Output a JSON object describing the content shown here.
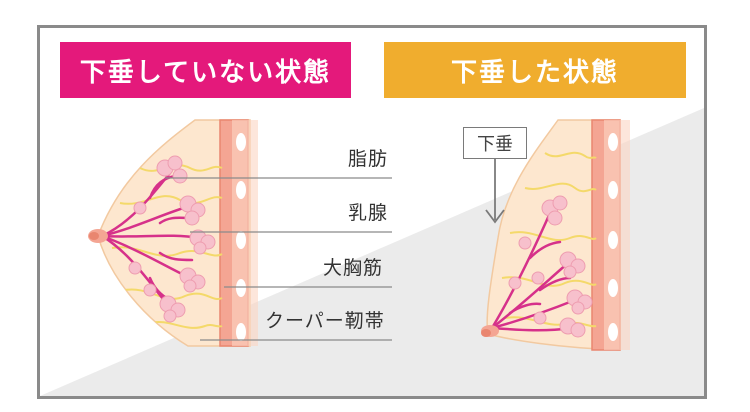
{
  "headers": {
    "not_sagging": "下垂していない状態",
    "sagging": "下垂した状態"
  },
  "labels": {
    "fat": "脂肪",
    "mammary_gland": "乳腺",
    "pectoral_muscle": "大胸筋",
    "cooper_ligament": "クーパー靭帯"
  },
  "annotation": {
    "droop": "下垂"
  },
  "colors": {
    "pink_header": "#e4197b",
    "orange_header": "#f0ad2e",
    "skin": "#fde7cf",
    "muscle": "#f4a593",
    "gland": "#d6318a",
    "fat_lobule": "#f7c0cc",
    "ligament": "#f4d96a",
    "frame": "#8a8a8a"
  }
}
